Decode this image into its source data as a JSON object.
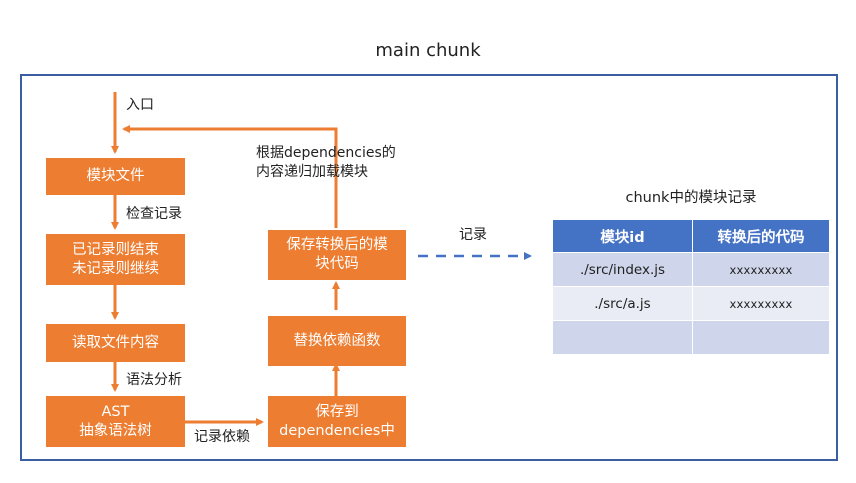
{
  "title": "main chunk",
  "flow": {
    "entry_label": "入口",
    "boxes": {
      "module_file": "模块文件",
      "check_result": "已记录则结束\n未记录则继续",
      "read_content": "读取文件内容",
      "ast": "AST\n抽象语法树",
      "save_deps": "保存到\ndependencies中",
      "replace_deps": "替换依赖函数",
      "save_code": "保存转换后的模\n块代码"
    },
    "edge_labels": {
      "check_record": "检查记录",
      "parse": "语法分析",
      "record_deps": "记录依赖",
      "recursive_load": "根据dependencies的\n内容递归加载模块",
      "record": "记录"
    },
    "colors": {
      "box_fill": "#ed7d31",
      "arrow": "#ed7d31",
      "record_arrow": "#4472c4",
      "frame": "#3a5ea0"
    }
  },
  "table": {
    "title": "chunk中的模块记录",
    "headers": [
      "模块id",
      "转换后的代码"
    ],
    "rows": [
      [
        "./src/index.js",
        "xxxxxxxxx"
      ],
      [
        "./src/a.js",
        "xxxxxxxxx"
      ],
      [
        "",
        ""
      ]
    ],
    "colors": {
      "header": "#4472c4",
      "row_odd": "#cfd5ea",
      "row_even": "#e9ebf5"
    }
  }
}
